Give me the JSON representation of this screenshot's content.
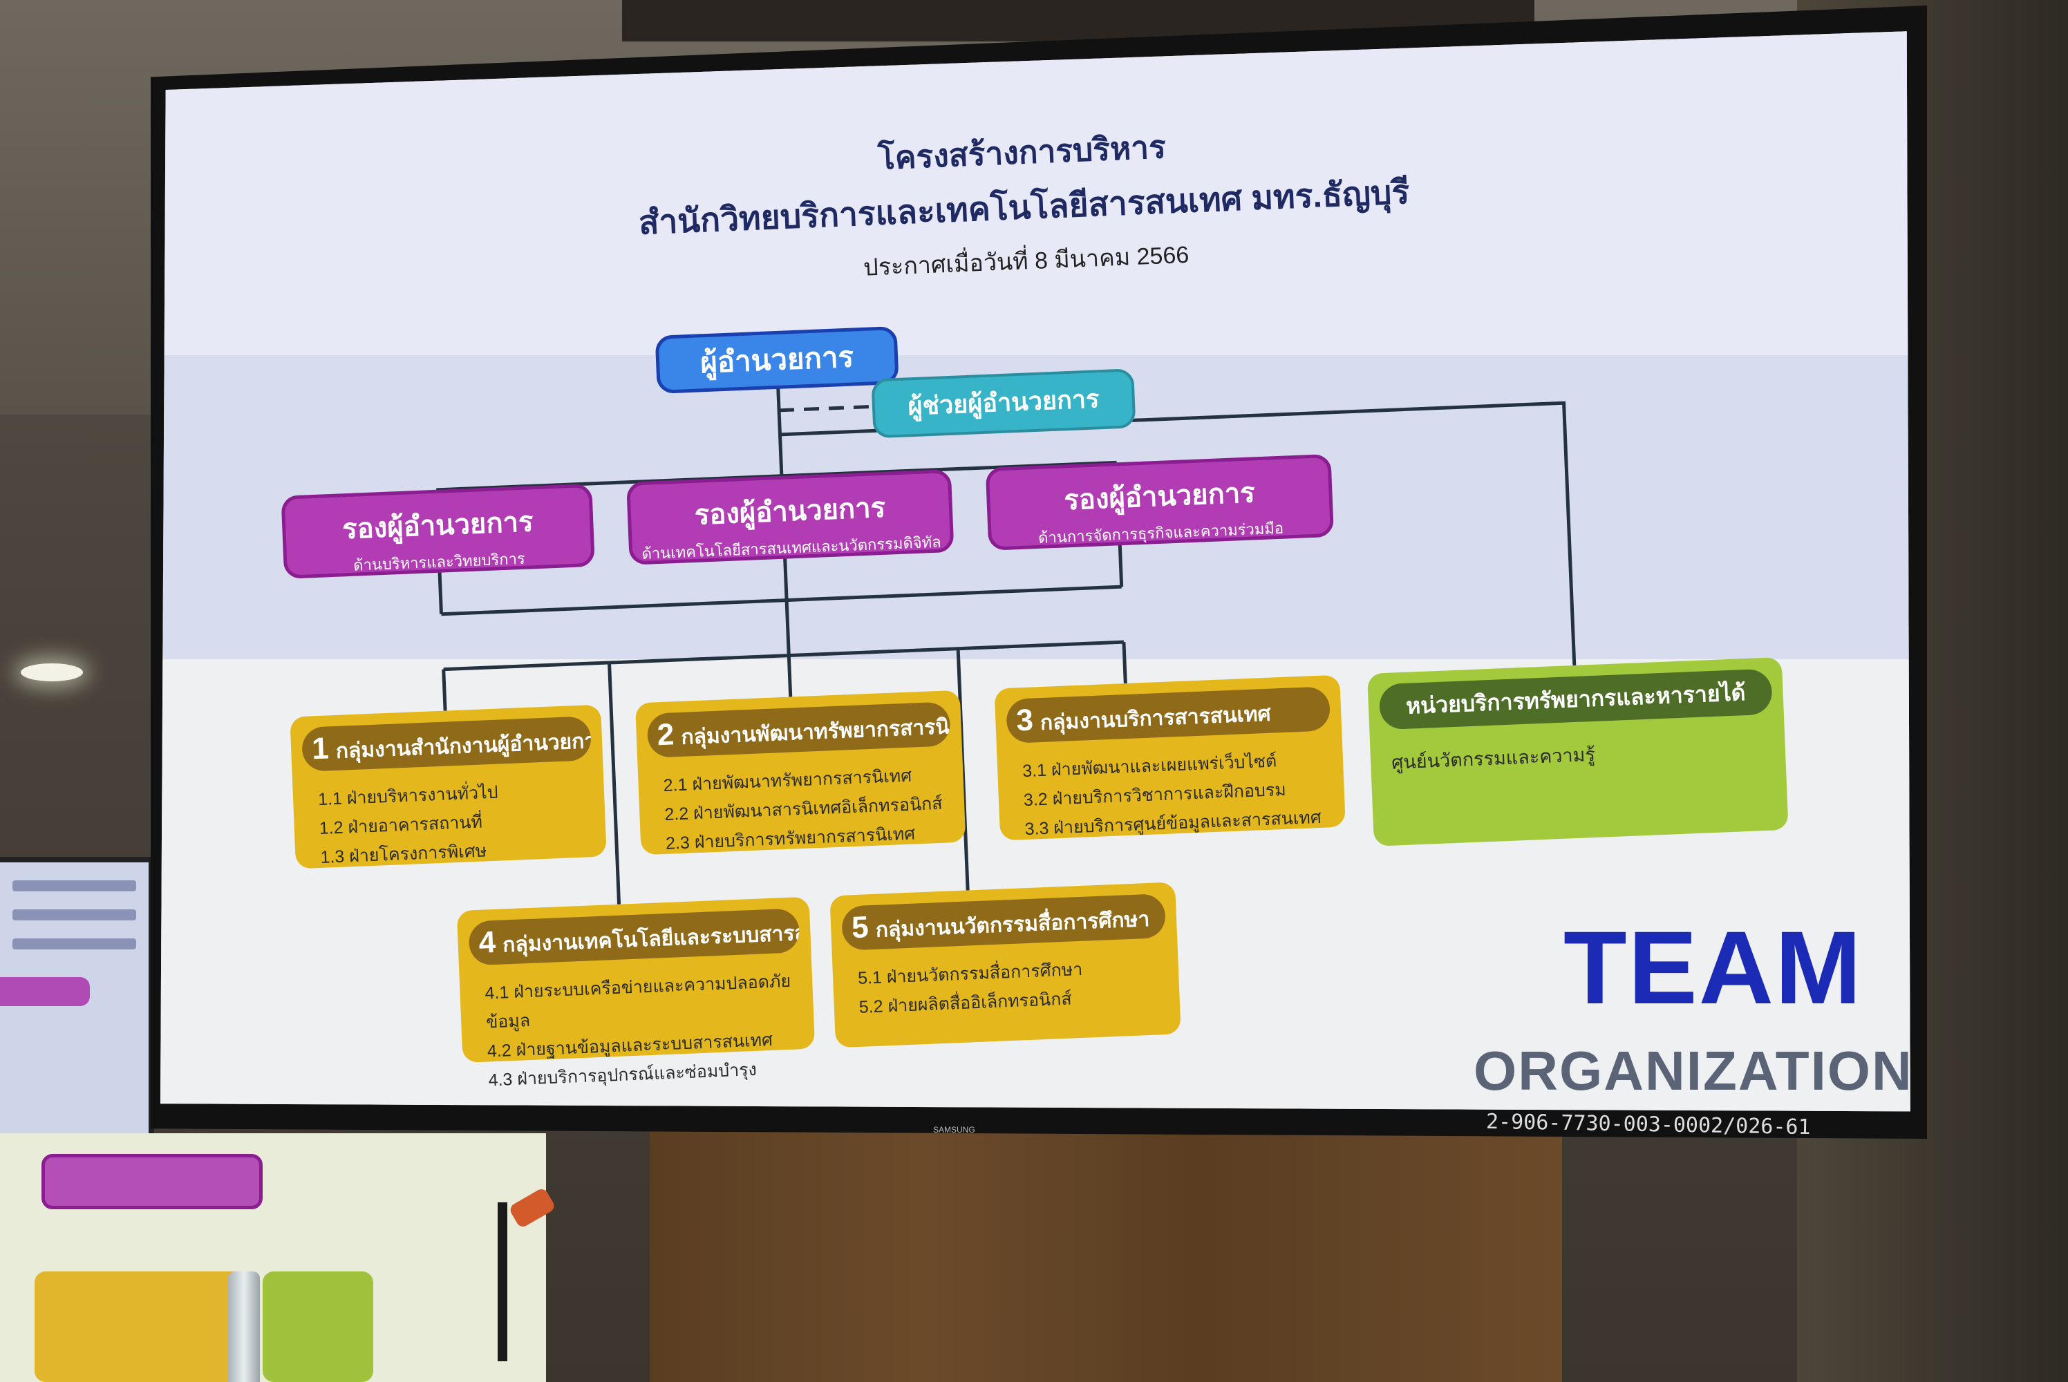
{
  "screen": {
    "title_line1": "โครงสร้างการบริหาร",
    "title_line2": "สำนักวิทยบริการและเทคโนโลยีสารสนเทศ มทร.ธัญบุรี",
    "title_line3": "ประกาศเมื่อวันที่ 8 มีนาคม 2566",
    "director": "ผู้อำนวยการ",
    "assistant_director": "ผู้ช่วยผู้อำนวยการ",
    "deputies": [
      {
        "title": "รองผู้อำนวยการ",
        "subtitle": "ด้านบริหารและวิทยบริการ"
      },
      {
        "title": "รองผู้อำนวยการ",
        "subtitle": "ด้านเทคโนโลยีสารสนเทศและนวัตกรรมดิจิทัล"
      },
      {
        "title": "รองผู้อำนวยการ",
        "subtitle": "ด้านการจัดการธุรกิจและความร่วมมือ"
      }
    ],
    "groups": [
      {
        "num": "1",
        "name": "กลุ่มงานสำนักงานผู้อำนวยการ",
        "items": [
          "1.1 ฝ่ายบริหารงานทั่วไป",
          "1.2 ฝ่ายอาคารสถานที่",
          "1.3 ฝ่ายโครงการพิเศษ"
        ]
      },
      {
        "num": "2",
        "name": "กลุ่มงานพัฒนาทรัพยากรสารนิเทศ",
        "items": [
          "2.1 ฝ่ายพัฒนาทรัพยากรสารนิเทศ",
          "2.2 ฝ่ายพัฒนาสารนิเทศอิเล็กทรอนิกส์",
          "2.3 ฝ่ายบริการทรัพยากรสารนิเทศ"
        ]
      },
      {
        "num": "3",
        "name": "กลุ่มงานบริการสารสนเทศ",
        "items": [
          "3.1 ฝ่ายพัฒนาและเผยแพร่เว็บไซต์",
          "3.2 ฝ่ายบริการวิชาการและฝึกอบรม",
          "3.3 ฝ่ายบริการศูนย์ข้อมูลและสารสนเทศ"
        ]
      },
      {
        "num": "4",
        "name": "กลุ่มงานเทคโนโลยีและระบบสารสนเทศ",
        "items": [
          "4.1 ฝ่ายระบบเครือข่ายและความปลอดภัยข้อมูล",
          "4.2 ฝ่ายฐานข้อมูลและระบบสารสนเทศ",
          "4.3 ฝ่ายบริการอุปกรณ์และซ่อมบำรุง"
        ]
      },
      {
        "num": "5",
        "name": "กลุ่มงานนวัตกรรมสื่อการศึกษา",
        "items": [
          "5.1 ฝ่ายนวัตกรรมสื่อการศึกษา",
          "5.2 ฝ่ายผลิตสื่ออิเล็กทรอนิกส์"
        ]
      }
    ],
    "revenue_unit": {
      "name": "หน่วยบริการทรัพยากรและหารายได้",
      "item": "ศูนย์นวัตกรรมและความรู้"
    },
    "team_label": "TEAM",
    "organization_label": "ORGANIZATION"
  },
  "tv": {
    "serial": "2-906-7730-003-0002/026-61",
    "brand": "SAMSUNG"
  },
  "colors": {
    "director_blue": "#3a86e8",
    "deputy_purple": "#b23cb4",
    "group_yellow": "#e4b81c",
    "unit_green": "#a3c93c",
    "team_navy": "#1c2bb5"
  }
}
